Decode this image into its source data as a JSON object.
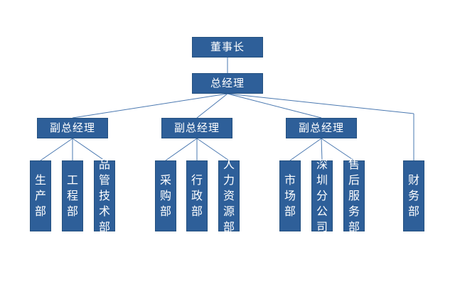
{
  "chart": {
    "chairman": "董事长",
    "general_manager": "总经理",
    "vice_managers": [
      "副总经理",
      "副总经理",
      "副总经理"
    ],
    "departments": [
      "生产部",
      "工程部",
      "品管技术部",
      "采购部",
      "行政部",
      "人力资源部",
      "市场部",
      "深圳分公司",
      "售后服务部",
      "财务部"
    ]
  },
  "colors": {
    "box_fill": "#2e5f99",
    "box_text": "#ffffff",
    "line": "#4a78b0"
  }
}
